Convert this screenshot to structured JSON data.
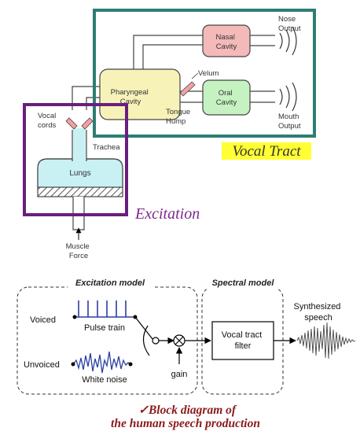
{
  "physiology": {
    "labels": {
      "nasal_cavity": [
        "Nasal",
        "Cavity"
      ],
      "oral_cavity": [
        "Oral",
        "Cavity"
      ],
      "pharyngeal_cavity": [
        "Pharyngeal",
        "Cavity"
      ],
      "velum": "Velum",
      "tongue_hump": [
        "Tongue",
        "Hump"
      ],
      "nose_output": [
        "Nose",
        "Output"
      ],
      "mouth_output": [
        "Mouth",
        "Output"
      ],
      "vocal_cords": [
        "Vocal",
        "cords"
      ],
      "trachea": "Trachea",
      "lungs": "Lungs",
      "muscle_force": [
        "Muscle",
        "Force"
      ]
    },
    "vocal_tract_caption": "Vocal Tract",
    "excitation_caption": "Excitation",
    "colors": {
      "vocal_tract_frame": "#2e7d73",
      "excitation_frame": "#6a1e7e",
      "caption_highlight": "#ffff33",
      "nasal_fill": "#f4b9b9",
      "oral_fill": "#c6f2c2",
      "pharyngeal_fill": "#f7f2b8",
      "lungs_fill": "#c9f1f4"
    }
  },
  "block_diagram": {
    "excitation_title": "Excitation model",
    "spectral_title": "Spectral model",
    "voiced_label": "Voiced",
    "unvoiced_label": "Unvoiced",
    "pulse_train_label": "Pulse train",
    "white_noise_label": "White noise",
    "gain_label": "gain",
    "filter_label": [
      "Vocal tract",
      "filter"
    ],
    "output_label": [
      "Synthesized",
      "speech"
    ]
  },
  "footer": {
    "checkmark": "✓",
    "title_line1": "Block diagram of",
    "title_line2": "the human speech production",
    "color": "#8b1a1a"
  }
}
